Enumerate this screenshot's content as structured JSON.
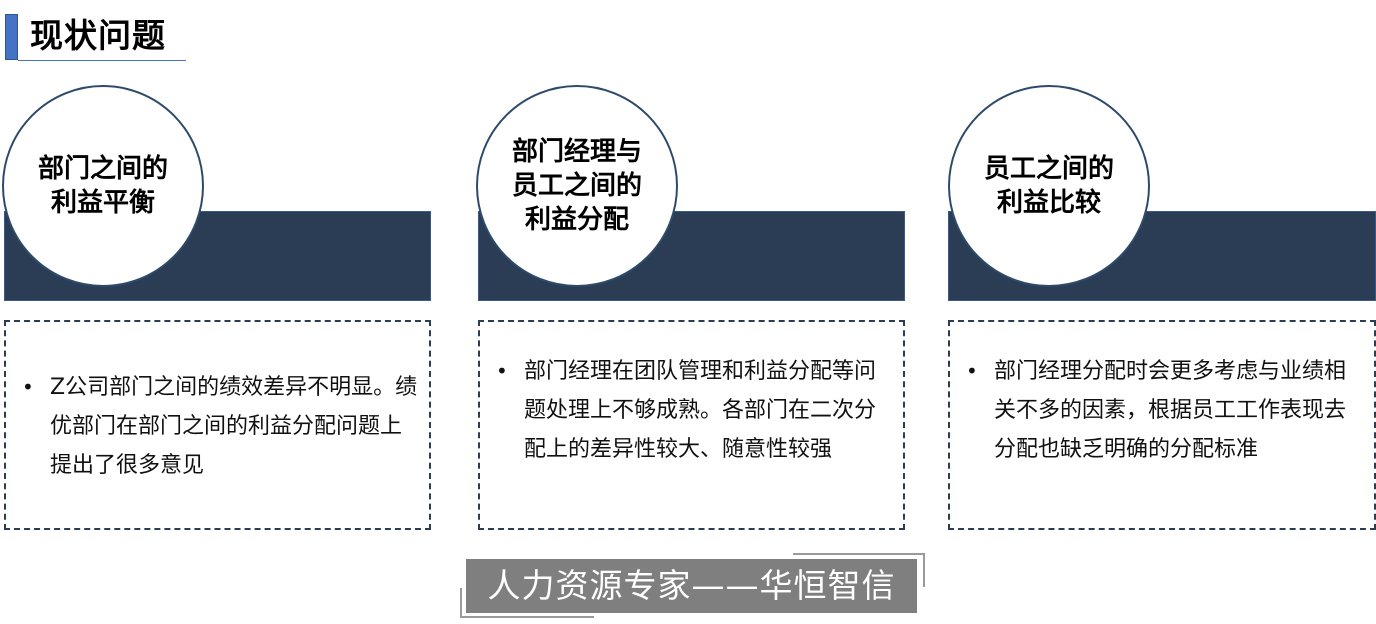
{
  "header": {
    "title": "现状问题",
    "accent_color": "#4472c4"
  },
  "columns": [
    {
      "heading": "部门之间的\n利益平衡",
      "bullet": "•",
      "text": "Z公司部门之间的绩效差异不明显。绩优部门在部门之间的利益分配问题上提出了很多意见"
    },
    {
      "heading": "部门经理与\n员工之间的\n利益分配",
      "bullet": "•",
      "text": "部门经理在团队管理和利益分配等问题处理上不够成熟。各部门在二次分配上的差异性较大、随意性较强"
    },
    {
      "heading": "员工之间的\n利益比较",
      "bullet": "•",
      "text": "部门经理分配时会更多考虑与业绩相关不多的因素，根据员工工作表现去分配也缺乏明确的分配标准"
    }
  ],
  "colors": {
    "band": "#2a3d54",
    "footer": "#7f7f7f"
  },
  "footer": {
    "label": "人力资源专家——华恒智信"
  }
}
